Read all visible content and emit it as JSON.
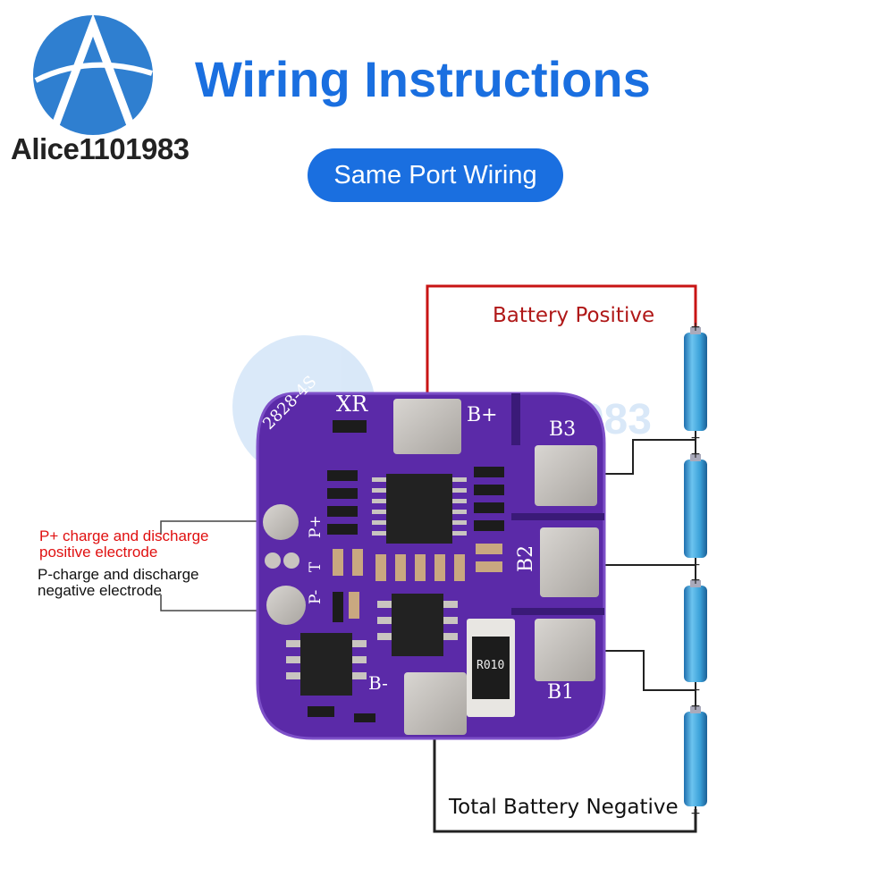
{
  "header": {
    "watermark": "Alice1101983",
    "title": "Wiring Instructions",
    "subtitle_button": "Same Port Wiring"
  },
  "board": {
    "model": "2828-4S",
    "brand": "XR",
    "pad_b_plus": "B+",
    "pad_b3": "B3",
    "pad_b2": "B2",
    "pad_b1": "B1",
    "pad_b_minus": "B-",
    "pad_p_plus": "P+",
    "pad_t": "T",
    "pad_p_minus": "P-",
    "resistor": "R010"
  },
  "labels": {
    "battery_positive": "Battery Positive",
    "total_negative": "Total Battery Negative",
    "p_plus_line1": "P+ charge and discharge",
    "p_plus_line2": "positive electrode",
    "p_minus_line1": "P-charge and discharge",
    "p_minus_line2": "negative electrode"
  },
  "colors": {
    "accent": "#1a6fe0",
    "board": "#5b2aa8",
    "positive_wire": "#c81414",
    "battery": "#3aa0d8"
  },
  "battery_count": 4
}
